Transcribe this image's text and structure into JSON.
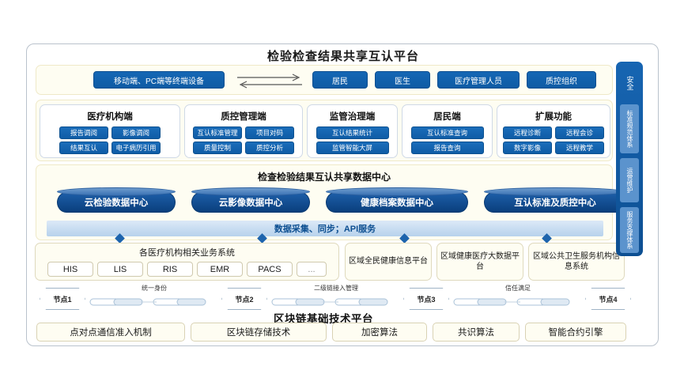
{
  "title": "检验检查结果共享互认平台",
  "terminals": {
    "left_device": "移动端、PC端等终端设备",
    "arrow_icon": "bidirectional-arrow",
    "roles": [
      "居民",
      "医生",
      "医疗管理人员",
      "质控组织"
    ]
  },
  "modules": [
    {
      "title": "医疗机构端",
      "buttons": [
        "报告调阅",
        "影像调阅",
        "结果互认",
        "电子病历引用"
      ]
    },
    {
      "title": "质控管理端",
      "buttons": [
        "互认标准管理",
        "项目对码",
        "质量控制",
        "质控分析"
      ]
    },
    {
      "title": "监管治理端",
      "buttons": [
        "互认结果统计",
        "监管智能大屏"
      ]
    },
    {
      "title": "居民端",
      "buttons": [
        "互认标准查询",
        "报告查询"
      ]
    },
    {
      "title": "扩展功能",
      "buttons": [
        "远程诊断",
        "远程会诊",
        "数字影像",
        "远程教学"
      ]
    }
  ],
  "data_center": {
    "title": "检查检验结果互认共享数据中心",
    "cylinders": [
      "云检验数据中心",
      "云影像数据中心",
      "健康档案数据中心",
      "互认标准及质控中心"
    ],
    "api_band": "数据采集、同步；API服务"
  },
  "systems": {
    "main_title": "各医疗机构相关业务系统",
    "tags": [
      "HIS",
      "LIS",
      "RIS",
      "EMR",
      "PACS",
      "..."
    ],
    "regional": [
      "区域全民健康信息平台",
      "区域健康医疗大数据平台",
      "区域公共卫生服务机构信息系统"
    ]
  },
  "blockchain": {
    "title": "区块链基础技术平台",
    "nodes": [
      "节点1",
      "节点2",
      "节点3",
      "节点4"
    ],
    "chain_labels": [
      "统一身份",
      "二级链接入管理",
      "信任满足"
    ],
    "boxes": [
      "点对点通信准入机制",
      "区块链存储技术",
      "加密算法",
      "共识算法",
      "智能合约引擎"
    ]
  },
  "sidebar": {
    "top_label": "安全",
    "segments": [
      "标准规范体系",
      "运营维护",
      "服务支撑体系"
    ]
  },
  "colors": {
    "accent_blue": "#0d5190",
    "deep_blue": "#0a3f7d",
    "panel_beige": "#fefdf2",
    "border_gray": "#b9c2cc"
  }
}
